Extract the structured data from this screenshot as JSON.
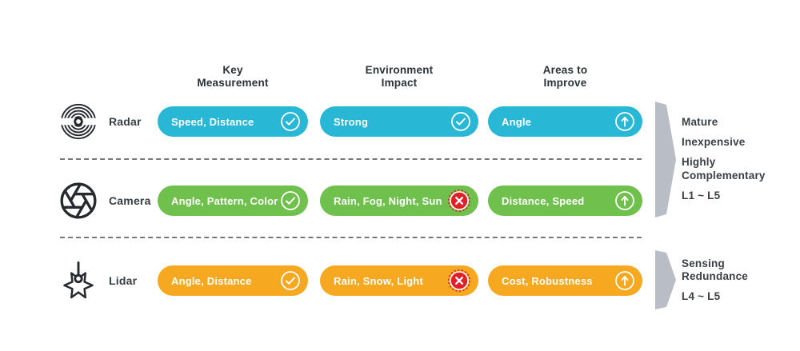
{
  "columns": [
    {
      "label": "Key\nMeasurement"
    },
    {
      "label": "Environment\nImpact"
    },
    {
      "label": "Areas to\nImprove"
    }
  ],
  "rows": [
    {
      "label": "Radar",
      "icon": "radar-icon",
      "color": "#29b7d6",
      "cells": [
        {
          "text": "Speed, Distance",
          "status": "positive-check"
        },
        {
          "text": "Strong",
          "status": "positive-check"
        },
        {
          "text": "Angle",
          "status": "to-improve"
        }
      ]
    },
    {
      "label": "Camera",
      "icon": "camera-aperture-icon",
      "color": "#70c04e",
      "cells": [
        {
          "text": "Angle, Pattern, Color",
          "status": "positive-check"
        },
        {
          "text": "Rain, Fog, Night, Sun",
          "status": "negative-cross"
        },
        {
          "text": "Distance, Speed",
          "status": "to-improve"
        }
      ]
    },
    {
      "label": "Lidar",
      "icon": "lidar-icon",
      "color": "#f6a821",
      "cells": [
        {
          "text": "Angle, Distance",
          "status": "positive-check"
        },
        {
          "text": "Rain, Snow, Light",
          "status": "negative-cross"
        },
        {
          "text": "Cost, Robustness",
          "status": "to-improve"
        }
      ]
    }
  ],
  "annotations": [
    {
      "lines": [
        "Mature",
        "Inexpensive",
        "Highly Complementary",
        "L1 ~ L5"
      ]
    },
    {
      "lines": [
        "Sensing Redundance",
        "L4 ~ L5"
      ]
    }
  ],
  "colors": {
    "radar_cyan": "#29b7d6",
    "camera_green": "#70c04e",
    "lidar_orange": "#f6a821",
    "cross_red": "#e21f26",
    "bracket_gray": "#b9bec6",
    "icon_dark": "#26292d"
  }
}
